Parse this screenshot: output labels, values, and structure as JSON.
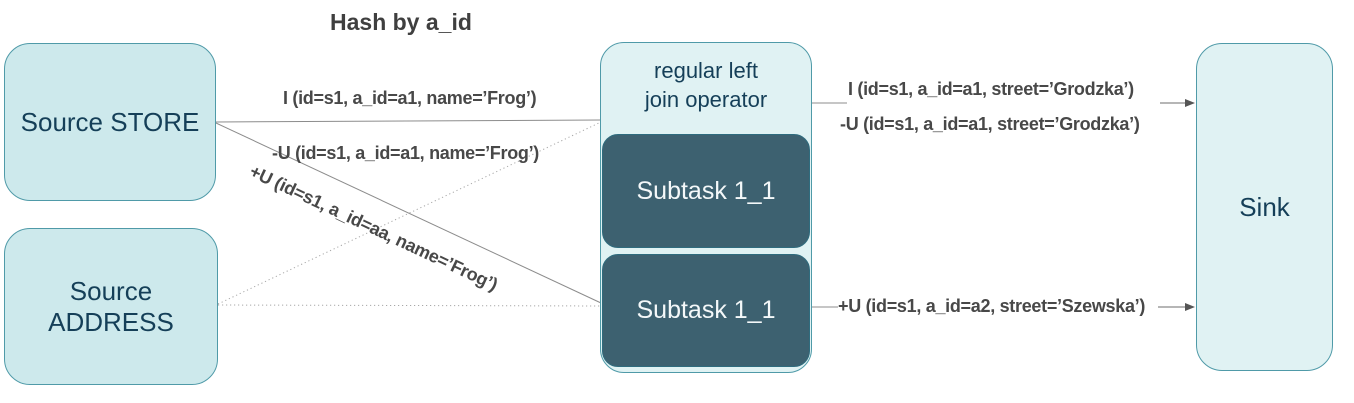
{
  "diagram_title": "Hash by a_id",
  "nodes": {
    "source_store": {
      "label": "Source STORE"
    },
    "source_address": {
      "label": "Source ADDRESS"
    },
    "join_operator": {
      "label": "regular left join operator",
      "label_line1": "regular left",
      "label_line2": "join operator",
      "subtasks": [
        {
          "label": "Subtask 1_1"
        },
        {
          "label": "Subtask 1_1"
        }
      ]
    },
    "sink": {
      "label": "Sink"
    }
  },
  "edges": {
    "store_to_subtask1_insert": "I (id=s1, a_id=a1, name=’Frog’)",
    "store_to_subtask1_update_before": "-U (id=s1, a_id=a1, name=’Frog’)",
    "store_to_subtask2_update_after": "+U (id=s1, a_id=aa, name=’Frog’)",
    "subtask1_to_sink_insert": "I (id=s1, a_id=a1, street=’Grodzka’)",
    "subtask1_to_sink_update_before": "-U (id=s1, a_id=a1, street=’Grodzka’)",
    "subtask2_to_sink_update_after": "+U (id=s1, a_id=a2, street=’Szewska’)"
  },
  "colors": {
    "source_fill": "#cde9ec",
    "container_fill": "#e0f2f3",
    "box_border": "#4f9aa8",
    "subtask_fill": "#3d6170",
    "subtask_border": "#2f6c7e",
    "node_text": "#153f58",
    "subtask_text": "#f4f8f9",
    "edge_label_text": "#484848",
    "solid_line": "#8c8c8c",
    "dotted_line": "#a8a8a8"
  }
}
